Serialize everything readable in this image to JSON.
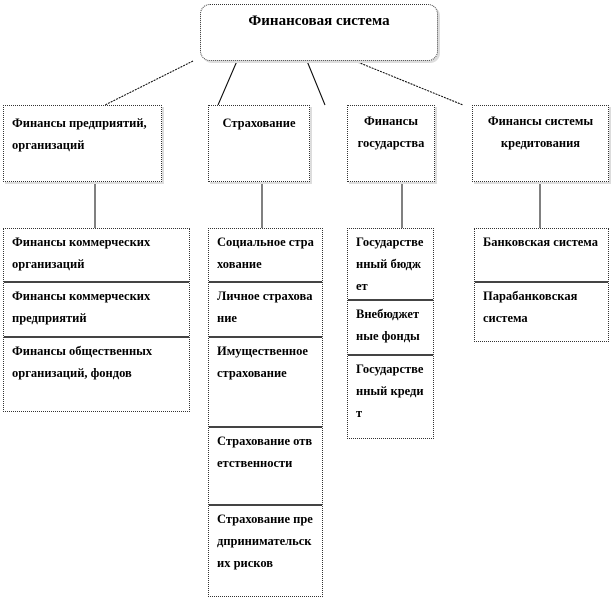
{
  "root": "Финансовая система",
  "branches": [
    {
      "title": "Финансы предприятий, организаций",
      "items": [
        "Финансы коммерческих организаций",
        "Финансы коммерческих предприятий",
        "Финансы общественных организаций, фондов"
      ]
    },
    {
      "title": "Страхование",
      "items": [
        "Социальное страхование",
        "Личное страхование",
        "Имущественное страхование",
        "Страхование ответственности",
        "Страхование предпринимательских рисков"
      ]
    },
    {
      "title": "Финансы государства",
      "items": [
        "Государственный бюджет",
        "Внебюджетные фонды",
        "Государственный кредит"
      ]
    },
    {
      "title": "Финансы системы кредитования",
      "items": [
        "Банковская система",
        "Парабанковская система"
      ]
    }
  ]
}
